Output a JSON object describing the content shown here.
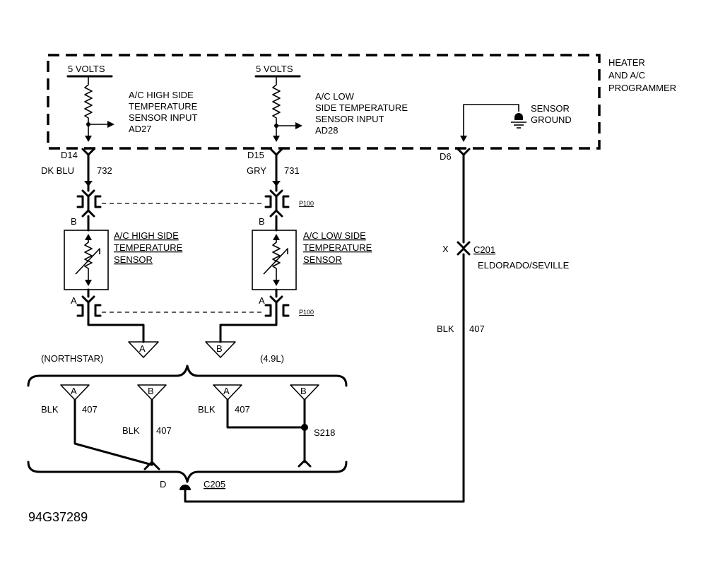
{
  "module": {
    "title_lines": [
      "HEATER",
      "AND  A/C",
      "PROGRAMMER"
    ],
    "high_supply": "5 VOLTS",
    "low_supply": "5 VOLTS",
    "high_input_lines": [
      "A/C HIGH SIDE",
      "TEMPERATURE",
      "SENSOR INPUT",
      "AD27"
    ],
    "low_input_lines": [
      "A/C LOW",
      "SIDE TEMPERATURE",
      "SENSOR INPUT",
      "AD28"
    ],
    "sensor_ground_lines": [
      "SENSOR",
      "GROUND"
    ]
  },
  "pins": {
    "d14": "D14",
    "d15": "D15",
    "d6": "D6",
    "high_b": "B",
    "high_a": "A",
    "low_b": "B",
    "low_a": "A",
    "x": "X",
    "d": "D"
  },
  "wires": {
    "high_color": "DK BLU",
    "high_circuit": "732",
    "low_color": "GRY",
    "low_circuit": "731",
    "ground_color": "BLK",
    "ground_circuit": "407"
  },
  "connectors": {
    "p100_upper": "P100",
    "p100_lower": "P100",
    "c201": "C201",
    "c201_note": "ELDORADO/SEVILLE",
    "c205": "C205"
  },
  "sensors": {
    "high_lines": [
      "A/C HIGH SIDE",
      "TEMPERATURE",
      "SENSOR"
    ],
    "low_lines": [
      "A/C LOW SIDE",
      "TEMPERATURE",
      "SENSOR"
    ]
  },
  "grounds": {
    "a_symbol": "A",
    "b_symbol": "B",
    "northstar": "(NORTHSTAR)",
    "v6": "(4.9L)",
    "bracket_labels": [
      {
        "color": "BLK",
        "circuit": "407"
      },
      {
        "color": "BLK",
        "circuit": "407"
      },
      {
        "color": "BLK",
        "circuit": "407"
      }
    ],
    "splice": "S218"
  },
  "figure_id": "94G37289"
}
